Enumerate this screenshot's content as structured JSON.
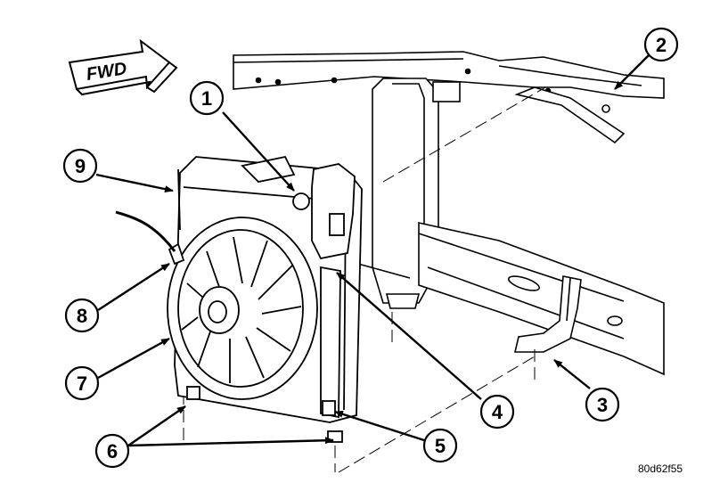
{
  "direction_label": "FWD",
  "figure_id": "80d62f55",
  "callouts": [
    "1",
    "2",
    "3",
    "4",
    "5",
    "6",
    "7",
    "8",
    "9"
  ]
}
